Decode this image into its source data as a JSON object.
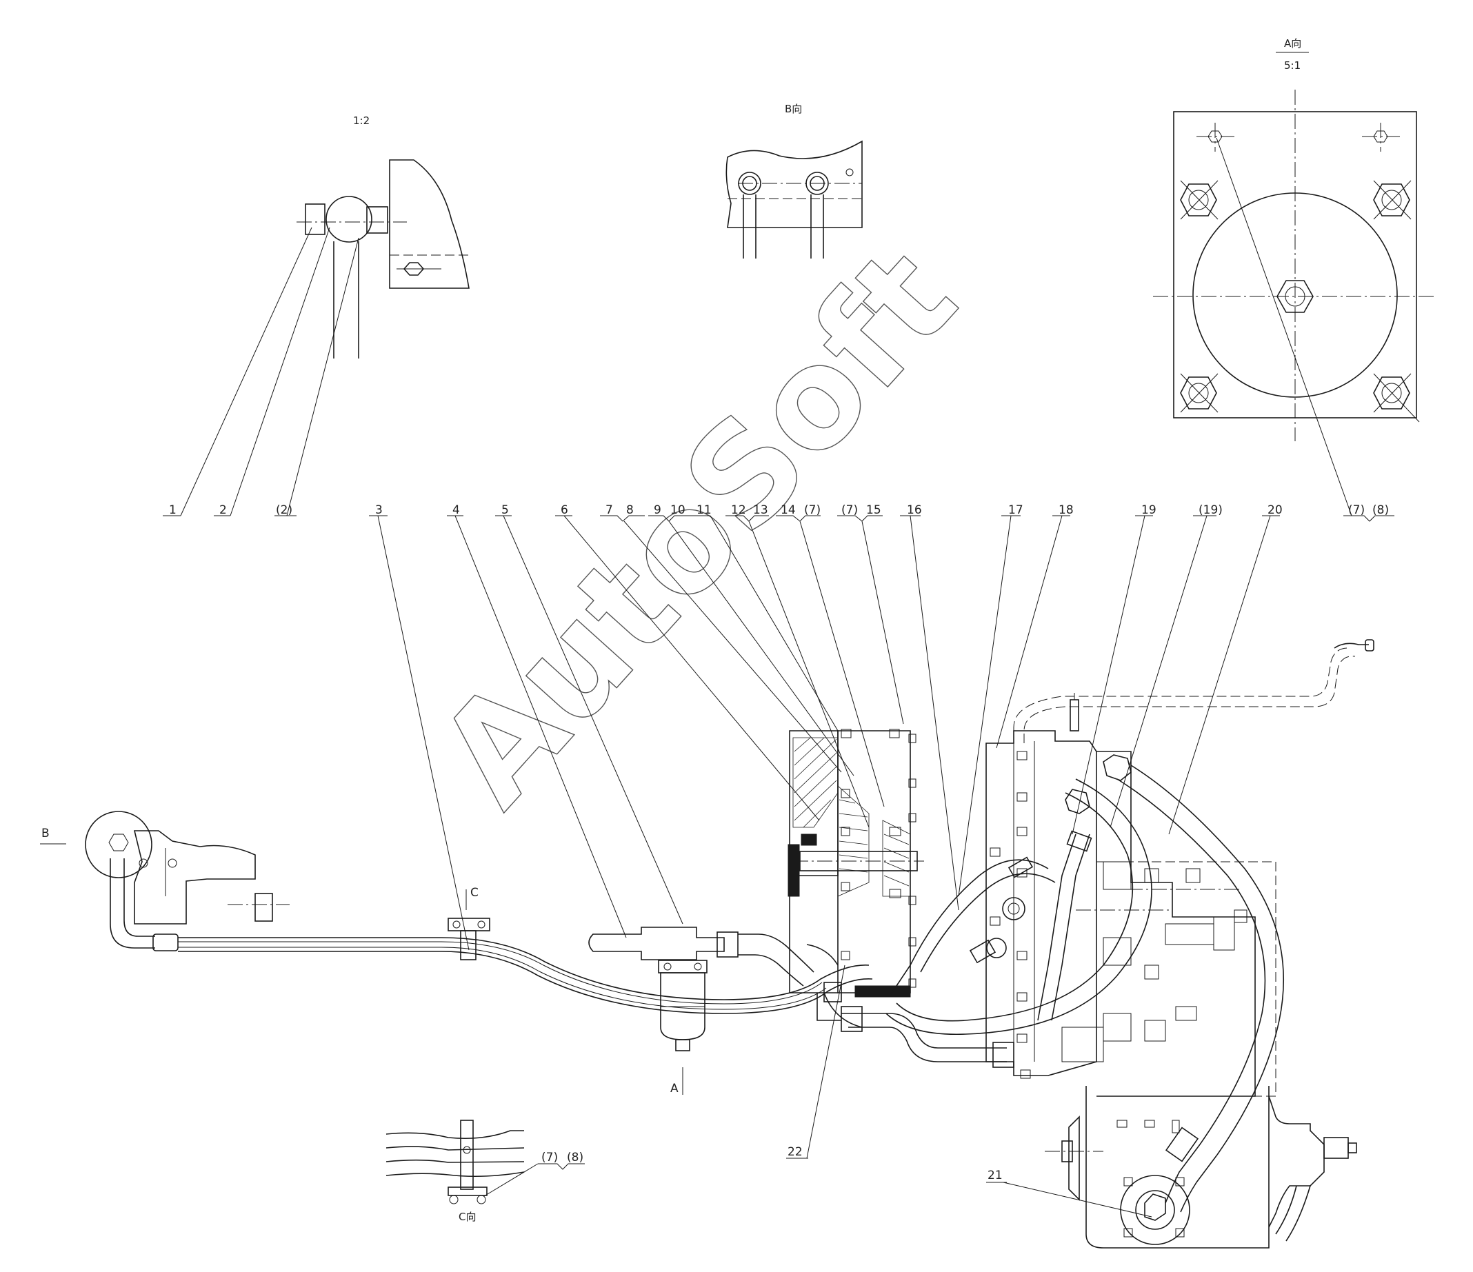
{
  "views": {
    "scale_detail": "1:2",
    "view_b": "B向",
    "view_a": "A向",
    "view_a_scale": "5:1",
    "view_c": "C向"
  },
  "section_marks": {
    "b": "B",
    "c": "C",
    "a": "A"
  },
  "callouts": {
    "top_left": [
      "1",
      "2",
      "(2)",
      "3",
      "4",
      "5",
      "6",
      "7",
      "8",
      "9",
      "10",
      "11",
      "12",
      "13",
      "14",
      "(7)",
      "(7)",
      "15",
      "16",
      "17",
      "18",
      "19",
      "(19)",
      "20",
      "(7)",
      "(8)"
    ],
    "bottom": [
      "22",
      "21",
      "(7)",
      "(8)"
    ]
  },
  "watermark": "AutoSoft"
}
